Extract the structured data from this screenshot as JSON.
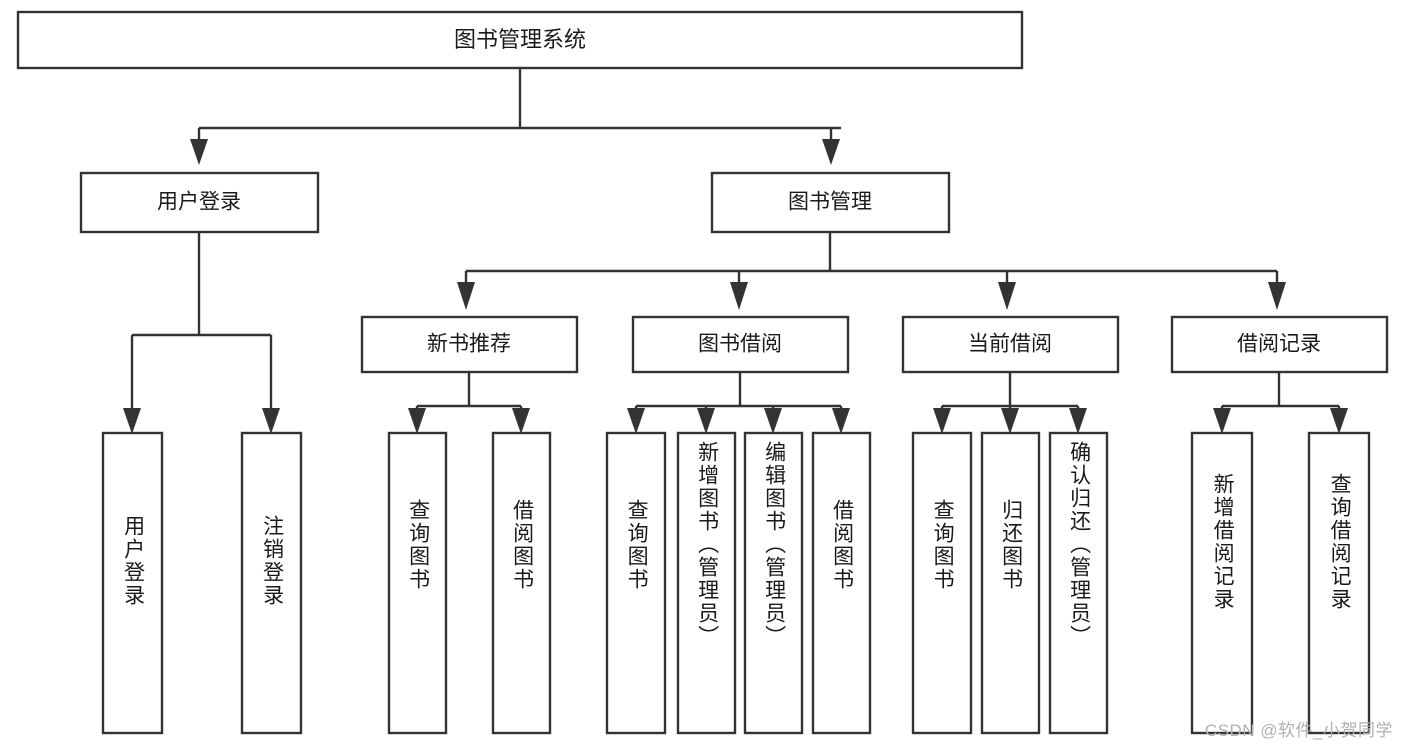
{
  "diagram": {
    "type": "tree-hierarchy",
    "orientation": "top-down",
    "title_node": {
      "id": "root",
      "label": "图书管理系统"
    },
    "level2": [
      {
        "id": "user-login",
        "label": "用户登录"
      },
      {
        "id": "book-management",
        "label": "图书管理"
      }
    ],
    "level3": [
      {
        "id": "new-book-recommend",
        "label": "新书推荐",
        "parent": "book-management"
      },
      {
        "id": "book-borrow",
        "label": "图书借阅",
        "parent": "book-management"
      },
      {
        "id": "current-borrow",
        "label": "当前借阅",
        "parent": "book-management"
      },
      {
        "id": "borrow-record",
        "label": "借阅记录",
        "parent": "book-management"
      }
    ],
    "leaves": [
      {
        "id": "leaf-user-login",
        "label": "用户登录",
        "parent": "user-login"
      },
      {
        "id": "leaf-user-logout",
        "label": "注销登录",
        "parent": "user-login"
      },
      {
        "id": "leaf-query-book-1",
        "label": "查询图书",
        "parent": "new-book-recommend"
      },
      {
        "id": "leaf-borrow-book-1",
        "label": "借阅图书",
        "parent": "new-book-recommend"
      },
      {
        "id": "leaf-query-book-2",
        "label": "查询图书",
        "parent": "book-borrow"
      },
      {
        "id": "leaf-add-book",
        "label": "新增图书（管理员）",
        "parent": "book-borrow"
      },
      {
        "id": "leaf-edit-book",
        "label": "编辑图书（管理员）",
        "parent": "book-borrow"
      },
      {
        "id": "leaf-borrow-book-2",
        "label": "借阅图书",
        "parent": "book-borrow"
      },
      {
        "id": "leaf-query-book-3",
        "label": "查询图书",
        "parent": "current-borrow"
      },
      {
        "id": "leaf-return-book",
        "label": "归还图书",
        "parent": "current-borrow"
      },
      {
        "id": "leaf-confirm-return",
        "label": "确认归还（管理员）",
        "parent": "current-borrow"
      },
      {
        "id": "leaf-add-record",
        "label": "新增借阅记录",
        "parent": "borrow-record"
      },
      {
        "id": "leaf-query-record",
        "label": "查询借阅记录",
        "parent": "borrow-record"
      }
    ],
    "colors": {
      "box_stroke": "#333333",
      "box_fill": "#ffffff",
      "connector": "#333333",
      "text": "#1a1a1a",
      "background": "#ffffff",
      "watermark": "#b0b0b0"
    }
  },
  "watermark": {
    "text": "CSDN @软件_小贺同学"
  }
}
